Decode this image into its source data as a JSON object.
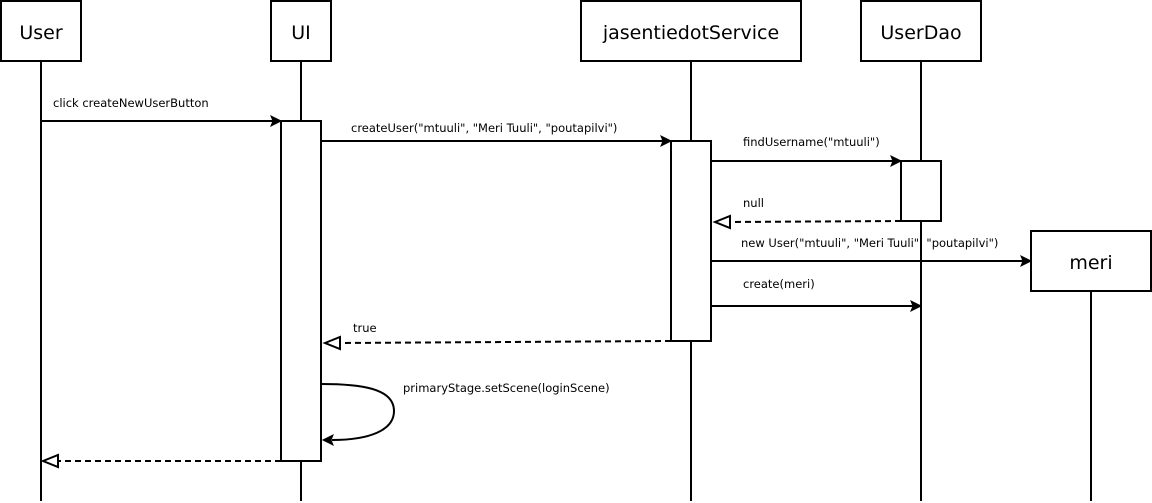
{
  "participants": {
    "user": "User",
    "ui": "UI",
    "service": "jasentiedotService",
    "dao": "UserDao",
    "meri": "meri"
  },
  "messages": {
    "m1": "click createNewUserButton",
    "m2": "createUser(\"mtuuli\", \"Meri Tuuli\", \"poutapilvi\")",
    "m3": "findUsername(\"mtuuli\")",
    "m4": "null",
    "m5": "new User(\"mtuuli\", \"Meri Tuuli\", \"poutapilvi\")",
    "m6": "create(meri)",
    "m7": "true",
    "m8": "primaryStage.setScene(loginScene)"
  }
}
